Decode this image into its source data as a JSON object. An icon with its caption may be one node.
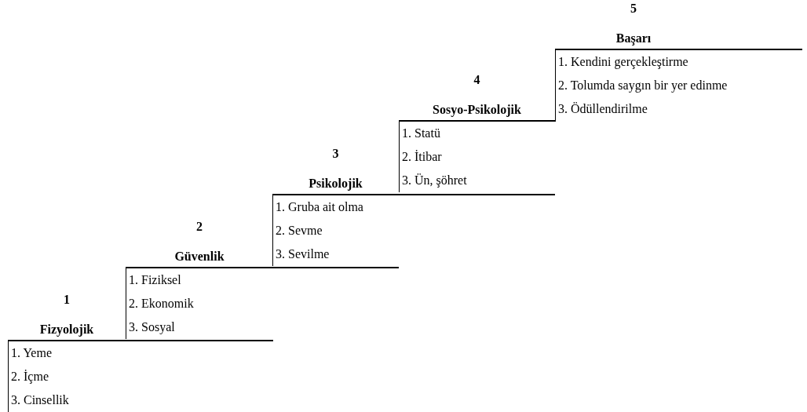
{
  "diagram": {
    "nodes": [
      {
        "text": [
          "1",
          "Fizyolojik",
          "1. Yeme",
          "2. İçme",
          "3. Cinsellik"
        ]
      },
      {
        "text": [
          "2",
          "Güvenlik",
          "1. Fiziksel",
          "2. Ekonomik",
          "3. Sosyal"
        ]
      },
      {
        "text": [
          "3",
          "Psikolojik",
          "1. Gruba ait olma",
          "2. Sevme",
          "3. Sevilme"
        ]
      },
      {
        "text": [
          "4",
          "Sosyo-Psikolojik",
          "1. Statü",
          "2. İtibar",
          "3. Ün, şöhret"
        ]
      },
      {
        "text": [
          "5",
          "Başarı",
          "1. Kendini gerçekleştirme",
          "2. Tolumda saygın bir yer edinme",
          "3. Ödüllendirilme"
        ]
      }
    ],
    "edges": []
  }
}
